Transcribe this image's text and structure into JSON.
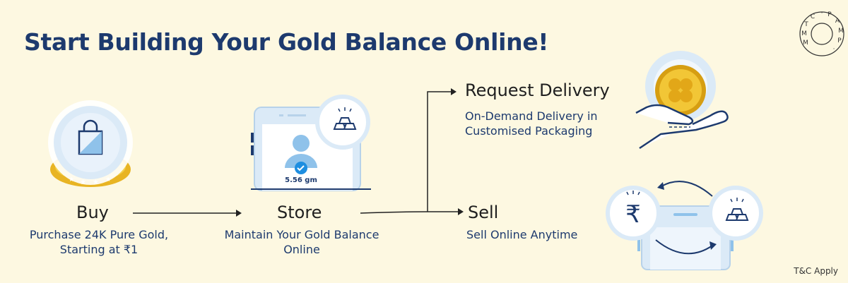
{
  "title": "Start Building Your Gold Balance Online!",
  "steps": {
    "buy": {
      "title": "Buy",
      "desc_line1": "Purchase 24K Pure Gold,",
      "desc_line2": "Starting at ₹1"
    },
    "store": {
      "title": "Store",
      "desc_line1": "Maintain Your Gold Balance",
      "desc_line2": "Online",
      "balance": "5.56 gm"
    },
    "delivery": {
      "title": "Request Delivery",
      "desc_line1": "On-Demand Delivery in",
      "desc_line2": "Customised Packaging"
    },
    "sell": {
      "title": "Sell",
      "desc_line1": "Sell Online Anytime"
    }
  },
  "rupee_symbol": "₹",
  "badge": {
    "letters": "MMTC · PAMP"
  },
  "footnote": "T&C Apply",
  "colors": {
    "background": "#fdf8e1",
    "navy": "#1d3a6e",
    "gold": "#e8b423",
    "light_blue": "#dbeaf7"
  },
  "icons": [
    "shopping-bag-icon",
    "gold-bars-icon",
    "user-avatar-icon",
    "verified-check-icon",
    "gold-coin-icon",
    "hand-icon",
    "rupee-icon",
    "exchange-arrows-icon",
    "mmtc-pamp-logo"
  ]
}
